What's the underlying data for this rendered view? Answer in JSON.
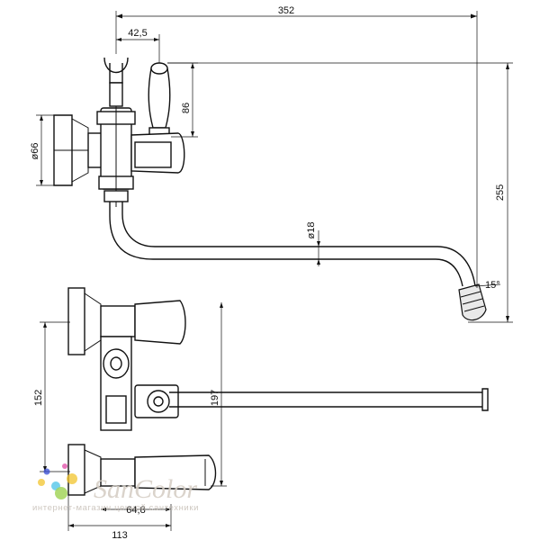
{
  "dimensions": {
    "overall_length": "352",
    "holder_offset": "42,5",
    "handle_height": "86",
    "flange_diameter": "ø66",
    "spout_diameter": "ø18",
    "total_height": "255",
    "spout_angle": "15°",
    "center_distance": "152",
    "side_height": "197",
    "depth": "113",
    "holder_depth": "64,8"
  },
  "watermark": {
    "brand": "SanColor",
    "tagline": "интернет-магазин ценной сантехники",
    "dot_colors": [
      "#3b4fd6",
      "#e04da8",
      "#f2c531",
      "#4cc3e8",
      "#f2c531",
      "#9ad04a"
    ]
  }
}
